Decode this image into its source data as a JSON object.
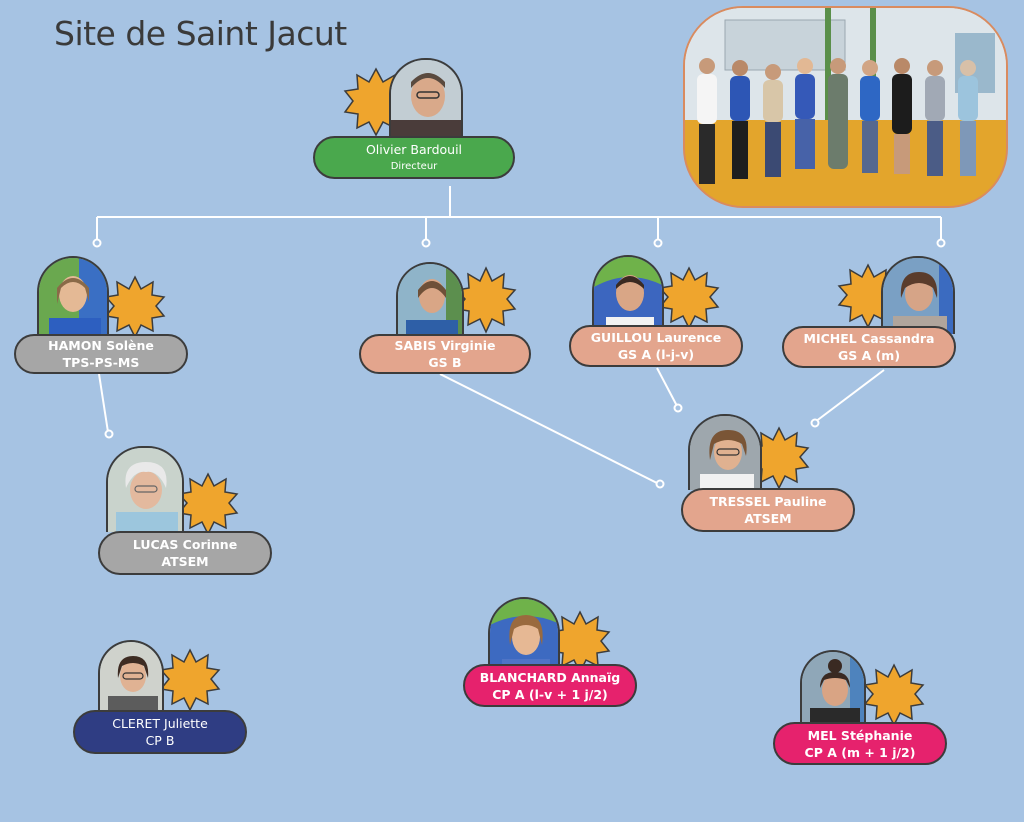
{
  "title": "Site de Saint Jacut",
  "colors": {
    "background": "#a6c3e3",
    "director": "#4aa84d",
    "grey": "#a6a6a6",
    "salmon": "#e3a58d",
    "pink": "#e6226d",
    "navy": "#2f3d83",
    "star": "#efa52d"
  },
  "director": {
    "name": "Olivier Bardouil",
    "role": "Directeur"
  },
  "staff": {
    "hamon": {
      "name": "HAMON Solène",
      "role": "TPS-PS-MS"
    },
    "sabis": {
      "name": "SABIS Virginie",
      "role": "GS B"
    },
    "guillou": {
      "name": "GUILLOU Laurence",
      "role": "GS A (l-j-v)"
    },
    "michel": {
      "name": "MICHEL Cassandra",
      "role": "GS A (m)"
    },
    "lucas": {
      "name": "LUCAS Corinne",
      "role": "ATSEM"
    },
    "tressel": {
      "name": "TRESSEL Pauline",
      "role": "ATSEM"
    },
    "blanchard": {
      "name": "BLANCHARD Annaïg",
      "role": "CP A  (l-v + 1 j/2)"
    },
    "cleret": {
      "name": "CLERET Juliette",
      "role": "CP B"
    },
    "mel": {
      "name": "MEL Stéphanie",
      "role": "CP A (m + 1 j/2)"
    }
  }
}
